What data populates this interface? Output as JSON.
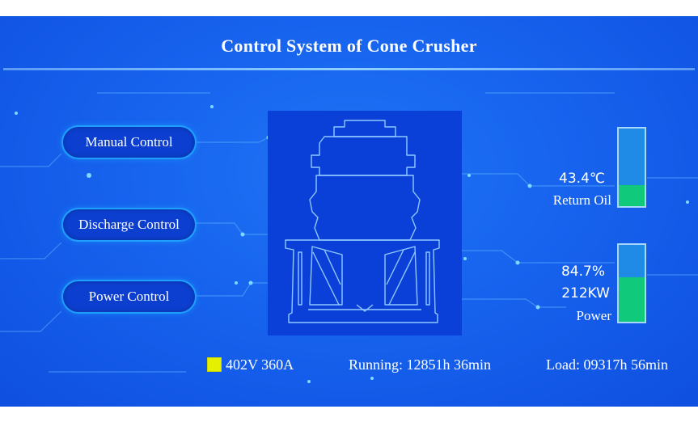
{
  "title": "Control System of Cone Crusher",
  "buttons": {
    "manual": "Manual Control",
    "discharge": "Discharge Control",
    "power": "Power Control"
  },
  "return_oil": {
    "temperature": "43.4℃",
    "label": "Return Oil",
    "level": 0.27
  },
  "power": {
    "percent": "84.7%",
    "kw": "212KW",
    "label": "Power",
    "level": 0.58
  },
  "status": {
    "electrical": "402V 360A",
    "running": "Running: 12851h 36min",
    "load": "Load: 09317h 56min",
    "indicator_color": "#e4f000"
  },
  "colors": {
    "background": "#1763ee",
    "panel": "#0b40d8",
    "gauge_empty": "#1f8be6",
    "gauge_fill": "#11c97a",
    "button_border": "#1ea0ff"
  },
  "icons": {
    "machine": "cone-crusher-outline-icon"
  }
}
